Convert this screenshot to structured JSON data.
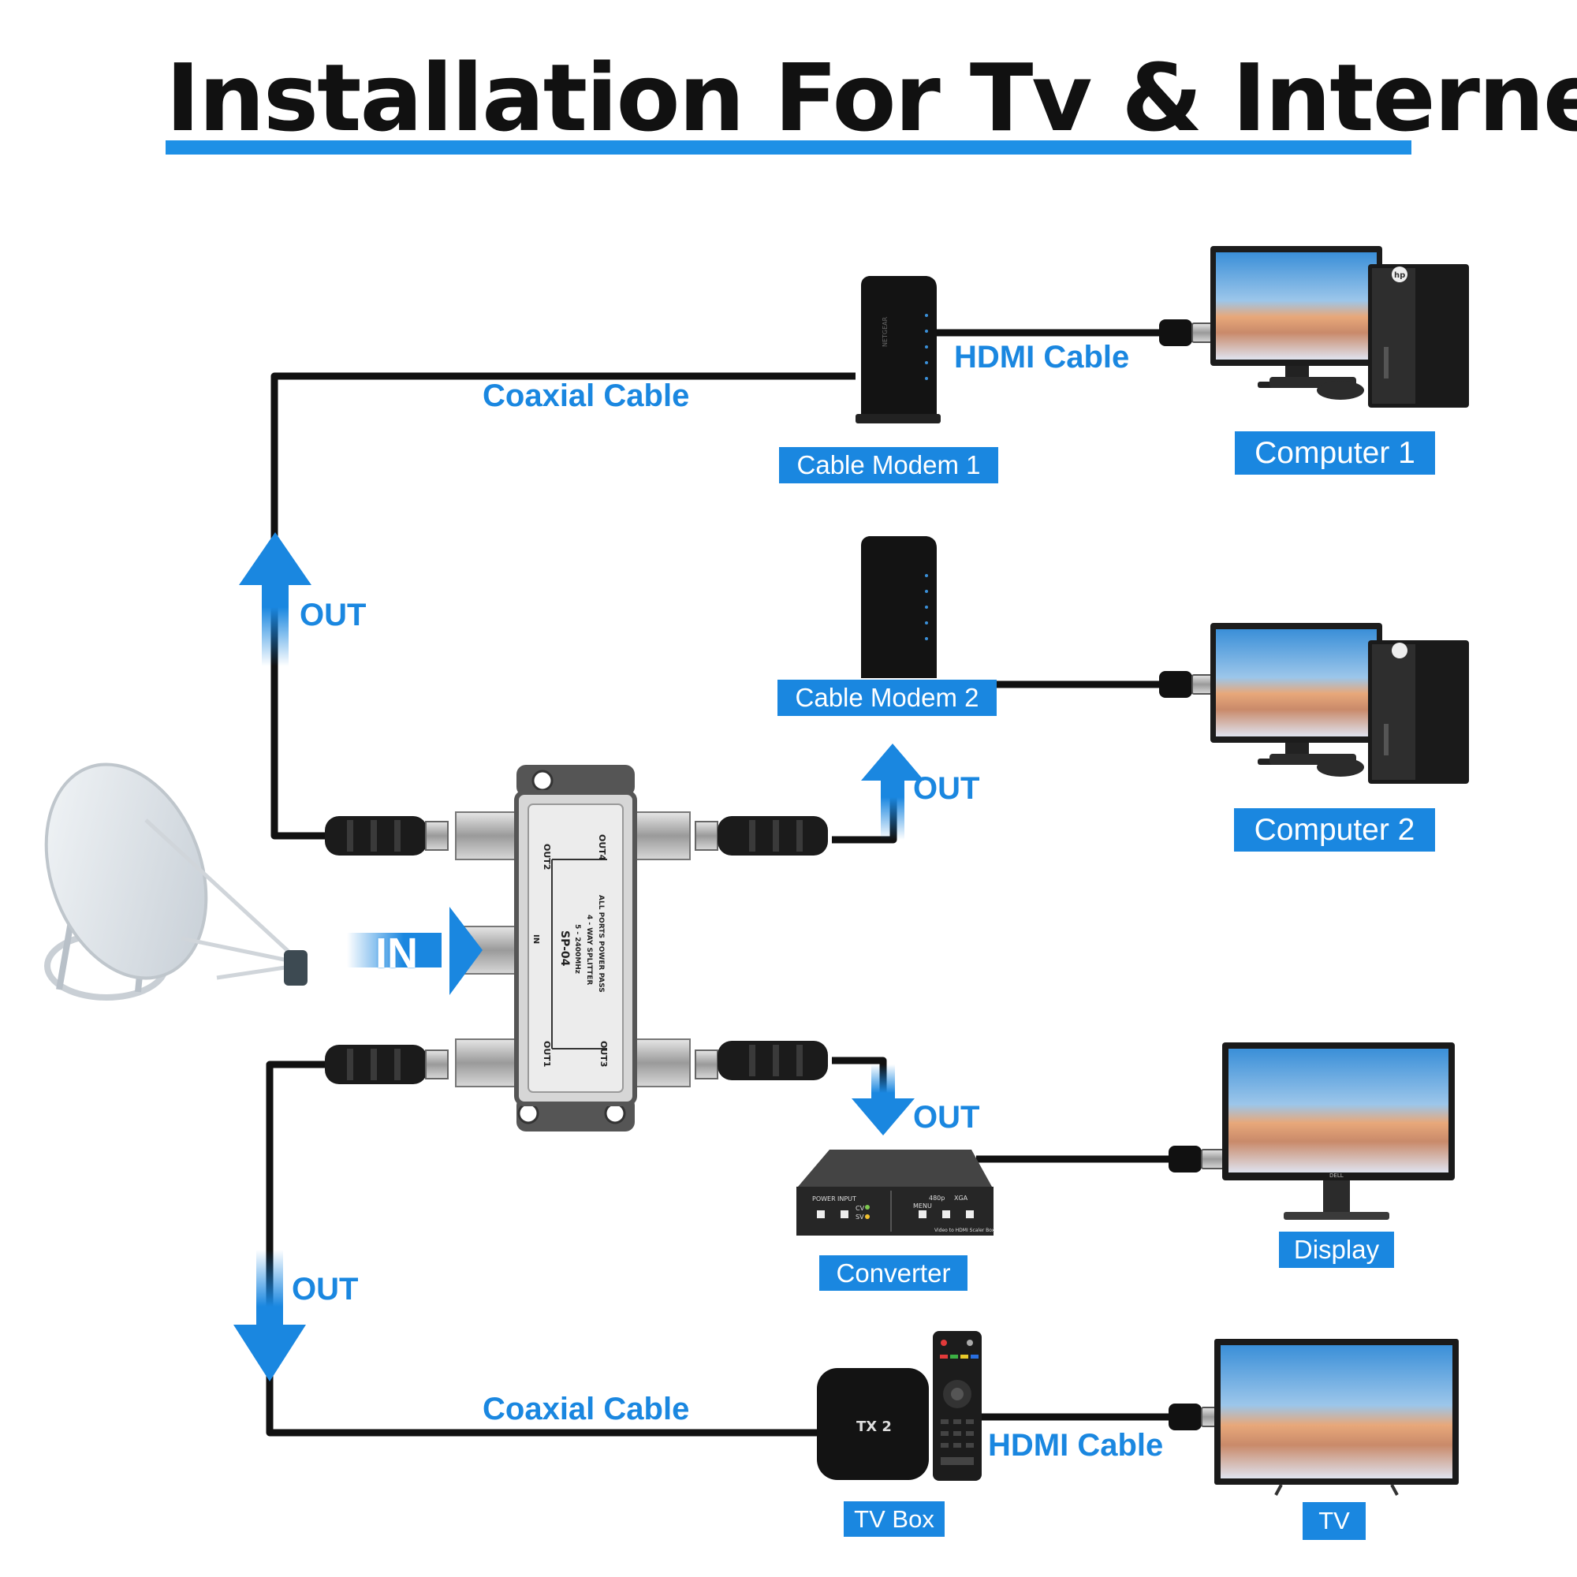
{
  "title": "Installation For Tv & Internet",
  "cable_labels": {
    "coax_top": "Coaxial Cable",
    "hdmi_top": "HDMI Cable",
    "coax_bottom": "Coaxial Cable",
    "hdmi_bottom": "HDMI Cable"
  },
  "arrows": {
    "out_left_up": "OUT",
    "out_right_top": "OUT",
    "in": "IN",
    "out_right_bottom": "OUT",
    "out_left_down": "OUT"
  },
  "devices": {
    "cable_modem_1": "Cable Modem 1",
    "computer_1": "Computer 1",
    "cable_modem_2": "Cable Modem 2",
    "computer_2": "Computer 2",
    "converter": "Converter",
    "display": "Display",
    "tv_box": "TV Box",
    "tv": "TV"
  },
  "splitter": {
    "model": "SP-04",
    "freq": "5 - 2400MHz",
    "type": "4 - WAY SPLITTER",
    "note": "ALL PORTS POWER PASS",
    "in": "IN",
    "out1": "OUT1",
    "out2": "OUT2",
    "out3": "OUT3",
    "out4": "OUT4"
  },
  "converter_panel": {
    "power": "POWER",
    "input": "INPUT",
    "menu": "MENU",
    "r480": "480p",
    "xga": "XGA",
    "cv": "CV",
    "sv": "SV",
    "product": "Video to HDMI Scaler Box"
  },
  "brands": {
    "tvbox": "TX 2",
    "pc": "hp",
    "monitor": "DELL",
    "modem": "NETGEAR"
  },
  "colors": {
    "accent": "#1a87e0",
    "cable": "#111111"
  }
}
